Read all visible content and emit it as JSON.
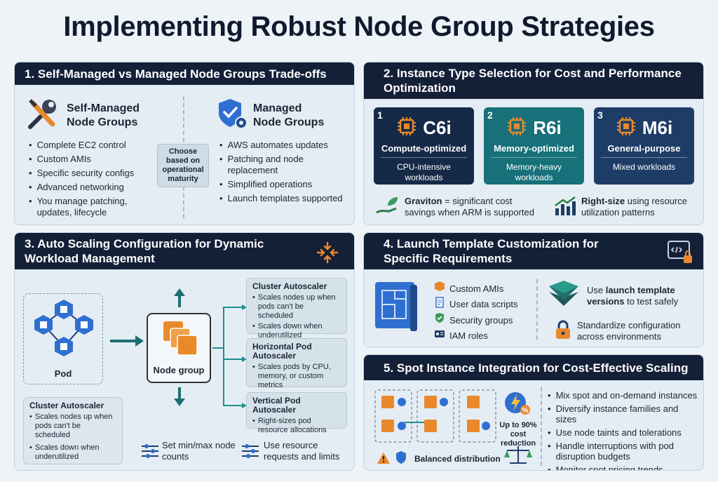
{
  "title": "Implementing Robust Node Group Strategies",
  "s1": {
    "header": "1. Self-Managed vs Managed Node Groups Trade-offs",
    "self_title": "Self-Managed\nNode Groups",
    "self_items": [
      "Complete EC2 control",
      "Custom AMIs",
      "Specific security configs",
      "Advanced networking",
      "You manage patching, updates, lifecycle"
    ],
    "middle": "Choose based on operational maturity",
    "managed_title": "Managed\nNode Groups",
    "managed_items": [
      "AWS automates updates",
      "Patching and node replacement",
      "Simplified operations",
      "Launch templates supported"
    ]
  },
  "s2": {
    "header": "2. Instance Type Selection for Cost and Performance Optimization",
    "cards": [
      {
        "num": "1",
        "name": "C6i",
        "type": "Compute-optimized",
        "desc": "CPU-intensive workloads",
        "color": "#152a47"
      },
      {
        "num": "2",
        "name": "R6i",
        "type": "Memory-optimized",
        "desc": "Memory-heavy workloads",
        "color": "#17707a"
      },
      {
        "num": "3",
        "name": "M6i",
        "type": "General-purpose",
        "desc": "Mixed workloads",
        "color": "#1e3d66"
      }
    ],
    "graviton_bold": "Graviton",
    "graviton_rest": " = significant cost savings when ARM is supported",
    "rightsize_bold": "Right-size",
    "rightsize_rest": " using resource utilization patterns"
  },
  "s3": {
    "header": "3. Auto Scaling Configuration for Dynamic Workload Management",
    "pod_label": "Pod",
    "node_label": "Node group",
    "ca_title": "Cluster Autoscaler",
    "ca_items": [
      "Scales nodes up when pods can't be scheduled",
      "Scales down when underutilized"
    ],
    "hpa_title": "Horizontal Pod Autoscaler",
    "hpa_items": [
      "Scales pods by CPU, memory, or custom metrics"
    ],
    "vpa_title": "Vertical Pod Autoscaler",
    "vpa_items": [
      "Right-sizes pod resource allocations"
    ],
    "ca2_title": "Cluster Autoscaler",
    "ca2_items": [
      "Scales nodes up when pods can't be scheduled",
      "Scales down when underutilized"
    ],
    "minmax": "Set min/max node counts",
    "requests": "Use resource requests and limits"
  },
  "s4": {
    "header": "4. Launch Template Customization for Specific Requirements",
    "items": [
      "Custom AMIs",
      "User data scripts",
      "Security groups",
      "IAM roles"
    ],
    "versions_pre": "Use ",
    "versions_bold": "launch template versions",
    "versions_post": " to test safely",
    "standardize": "Standardize configuration across environments"
  },
  "s5": {
    "header": "5. Spot Instance Integration for Cost-Effective Scaling",
    "reduction": "Up to 90% cost reduction",
    "balanced": "Balanced distribution",
    "items": [
      "Mix spot and on-demand instances",
      "Diversify instance families and sizes",
      "Use node taints and tolerations",
      "Handle interruptions with pod disruption budgets",
      "Monitor spot pricing trends"
    ]
  },
  "colors": {
    "navy": "#142038",
    "orange": "#e8892c",
    "teal": "#1f6f6f",
    "blue": "#2f6fd1"
  }
}
